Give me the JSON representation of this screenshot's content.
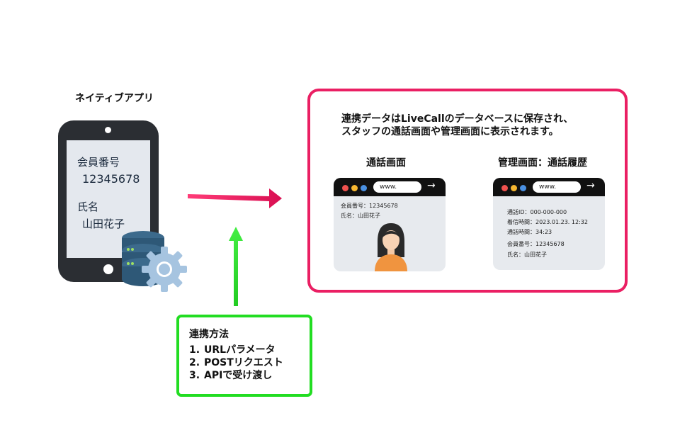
{
  "app": {
    "title": "ネイティブアプリ",
    "member_label": "会員番号",
    "member_value": "12345678",
    "name_label": "氏名",
    "name_value": "山田花子"
  },
  "method": {
    "title": "連携方法",
    "items": [
      {
        "num": "1.",
        "label": "URLパラメータ"
      },
      {
        "num": "2.",
        "label": "POSTリクエスト"
      },
      {
        "num": "3.",
        "label": "APIで受け渡し"
      }
    ]
  },
  "livecall": {
    "description_line1": "連携データはLiveCallのデータベースに保存され、",
    "description_line2": "スタッフの通話画面や管理画面に表示されます。",
    "call_screen": {
      "title": "通話画面",
      "url": "www.",
      "member": "会員番号：12345678",
      "name": "氏名：山田花子"
    },
    "admin_screen": {
      "title": "管理画面：通話履歴",
      "url": "www.",
      "call_id": "通話ID：000-000-000",
      "received": "着信時間：2023.01.23. 12:32",
      "duration": "通話時間：34:23",
      "member": "会員番号：12345678",
      "name": "氏名：山田花子"
    }
  },
  "colors": {
    "pink": "#ea1f63",
    "green": "#22dd22",
    "phone": "#2b2e33"
  }
}
